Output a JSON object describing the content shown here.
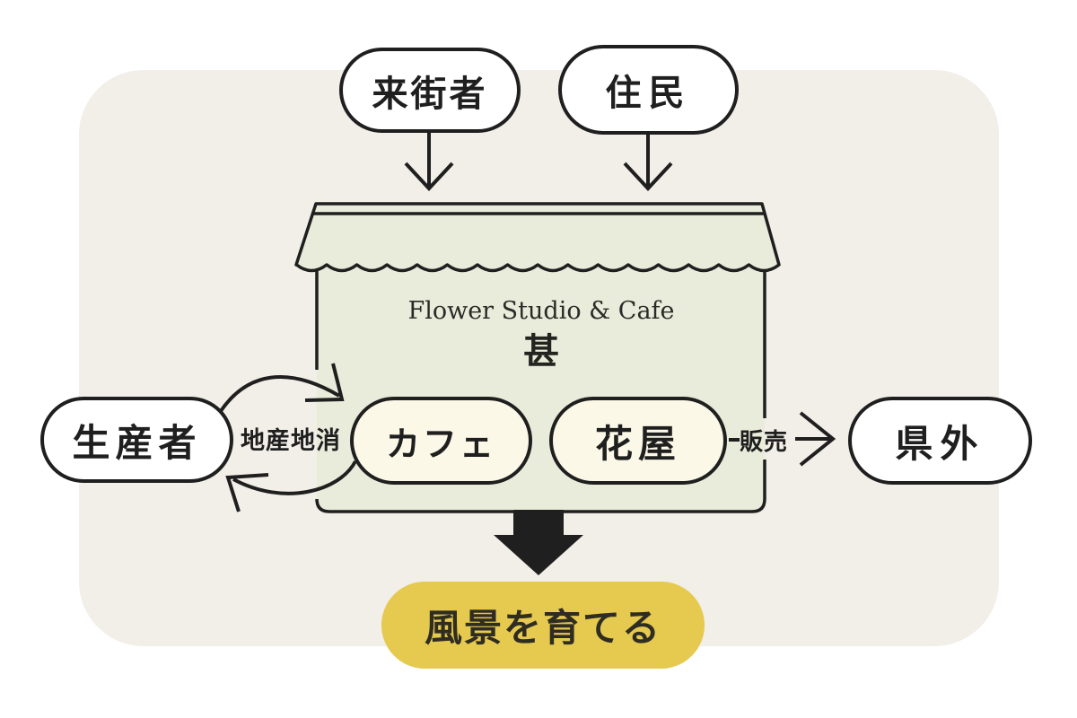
{
  "colors": {
    "page_bg": "#ffffff",
    "panel_bg": "#f2eee8",
    "ink": "#1f1f1f",
    "store_fill": "#e9ecda",
    "unit_fill": "#fbf8e7",
    "outcome_fill": "#e6c94f"
  },
  "nodes": {
    "visitors": {
      "label": "来街者"
    },
    "residents": {
      "label": "住民"
    },
    "producers": {
      "label": "生産者"
    },
    "outside_prefecture": {
      "label": "県外"
    }
  },
  "store": {
    "name_en": "Flower Studio & Cafe",
    "name_ja": "甚",
    "units": {
      "cafe": {
        "label": "カフェ"
      },
      "flower_shop": {
        "label": "花屋"
      }
    }
  },
  "edges": {
    "local_loop": {
      "label": "地産地消"
    },
    "sales": {
      "label": "販売"
    }
  },
  "outcome": {
    "label": "風景を育てる"
  }
}
